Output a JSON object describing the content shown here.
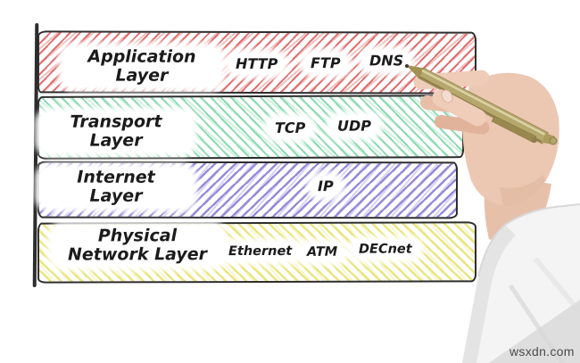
{
  "layers": [
    {
      "name": "Application Layer",
      "lines": [
        "Application",
        "Layer"
      ],
      "protocols": [
        "HTTP",
        "FTP",
        "DNS"
      ],
      "hatch_color": "#dd6868",
      "hatch_direction": "///"
    },
    {
      "name": "Transport Layer",
      "lines": [
        "Transport",
        "Layer"
      ],
      "protocols": [
        "TCP",
        "UDP"
      ],
      "hatch_color": "#86d8ac",
      "hatch_direction": "\\\\\\"
    },
    {
      "name": "Internet Layer",
      "lines": [
        "Internet",
        "Layer"
      ],
      "protocols": [
        "IP"
      ],
      "hatch_color": "#9284d8",
      "hatch_direction": "///"
    },
    {
      "name": "Physical Network Layer",
      "lines": [
        "Physical",
        "Network Layer"
      ],
      "protocols": [
        "Ethernet",
        "ATM",
        "DECnet"
      ],
      "hatch_color": "#e8e478",
      "hatch_direction": "\\\\\\"
    }
  ],
  "watermark": "wsxdn.com",
  "colors": {
    "outline": "#2d2d2d",
    "text": "#1b1b1b",
    "application_hatch": "#dd6868",
    "transport_hatch": "#86d8ac",
    "internet_hatch": "#9284d8",
    "physical_hatch": "#e8e478",
    "pen_gold": "#b6a76d",
    "skin": "#ecc7b2",
    "sleeve": "#f4f4f4",
    "watermark_text": "#4c4c4c"
  }
}
